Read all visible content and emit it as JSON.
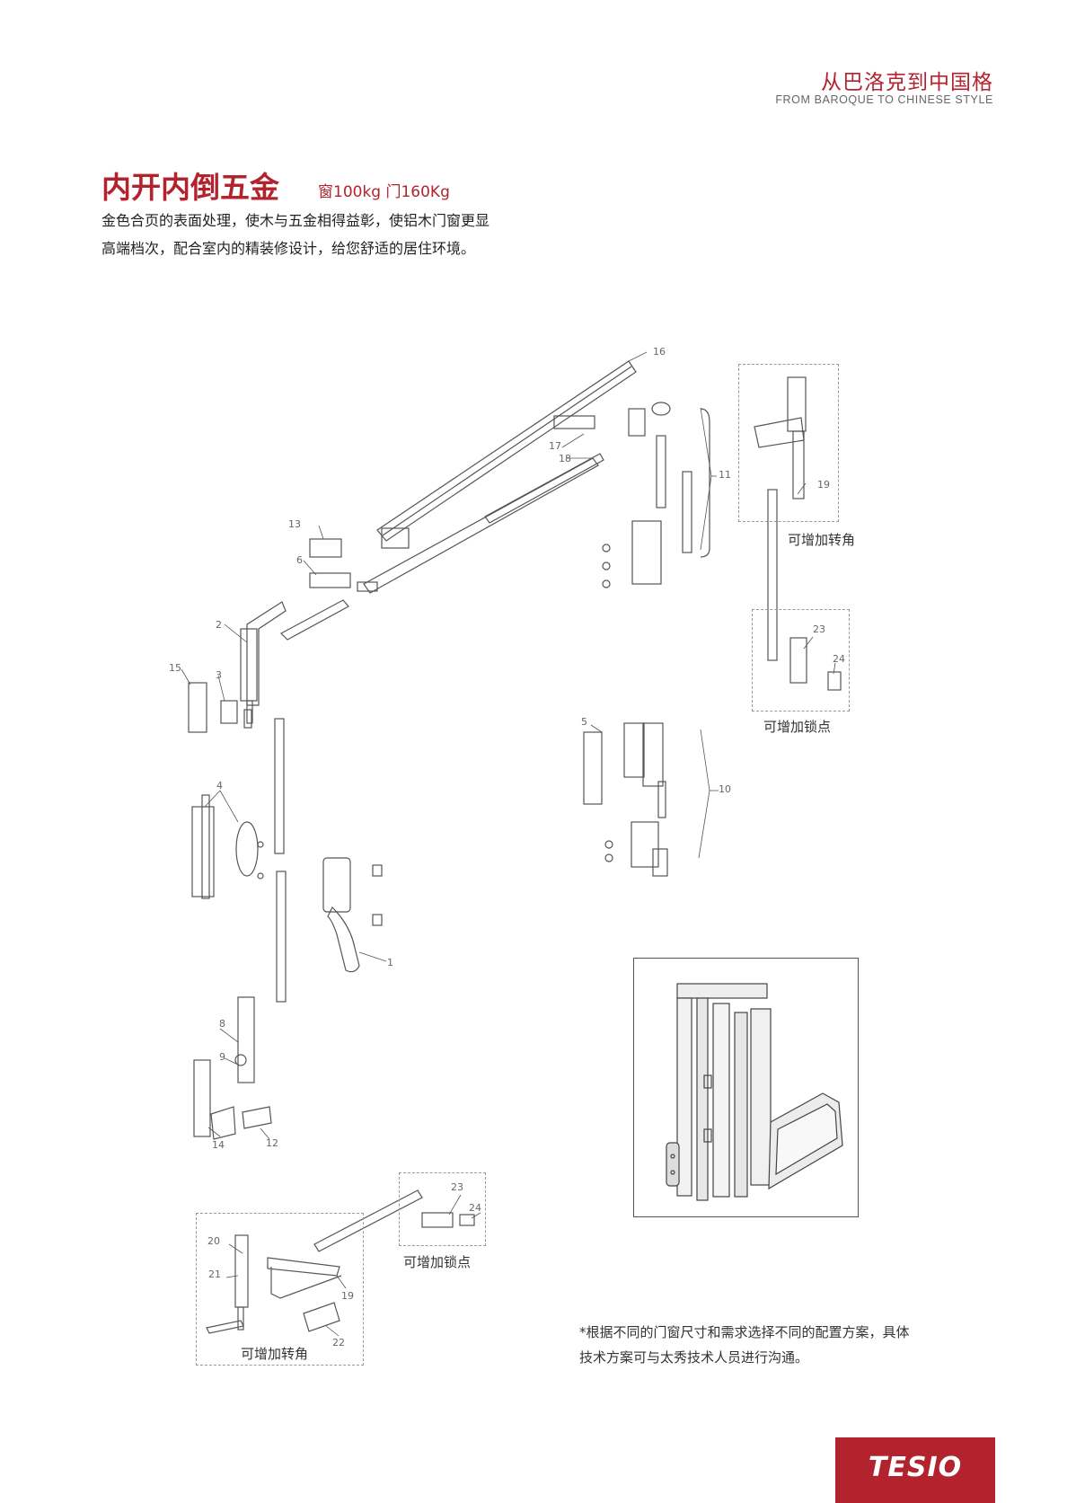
{
  "header": {
    "brand_cn": "从巴洛克到中国格",
    "brand_en": "FROM BAROQUE TO CHINESE STYLE"
  },
  "section": {
    "title": "内开内倒五金",
    "subtitle": "窗100kg  门160Kg",
    "desc_line1": "金色合页的表面处理，使木与五金相得益彰，使铝木门窗更显",
    "desc_line2": "高端档次，配合室内的精装修设计，给您舒适的居住环境。"
  },
  "captions": {
    "add_corner": "可增加转角",
    "add_lock": "可增加锁点"
  },
  "part_numbers": {
    "p1": "1",
    "p2": "2",
    "p3": "3",
    "p4": "4",
    "p5": "5",
    "p6": "6",
    "p8": "8",
    "p9": "9",
    "p10": "10",
    "p11": "11",
    "p12": "12",
    "p13": "13",
    "p14": "14",
    "p15": "15",
    "p16": "16",
    "p17": "17",
    "p18": "18",
    "p19": "19",
    "p20": "20",
    "p21": "21",
    "p22": "22",
    "p23": "23",
    "p24": "24"
  },
  "note": {
    "line1": "*根据不同的门窗尺寸和需求选择不同的配置方案，具体",
    "line2": "技术方案可与太秀技术人员进行沟通。"
  },
  "logo": {
    "text": "TESIO"
  },
  "colors": {
    "accent": "#b3232e",
    "line": "#555555"
  }
}
